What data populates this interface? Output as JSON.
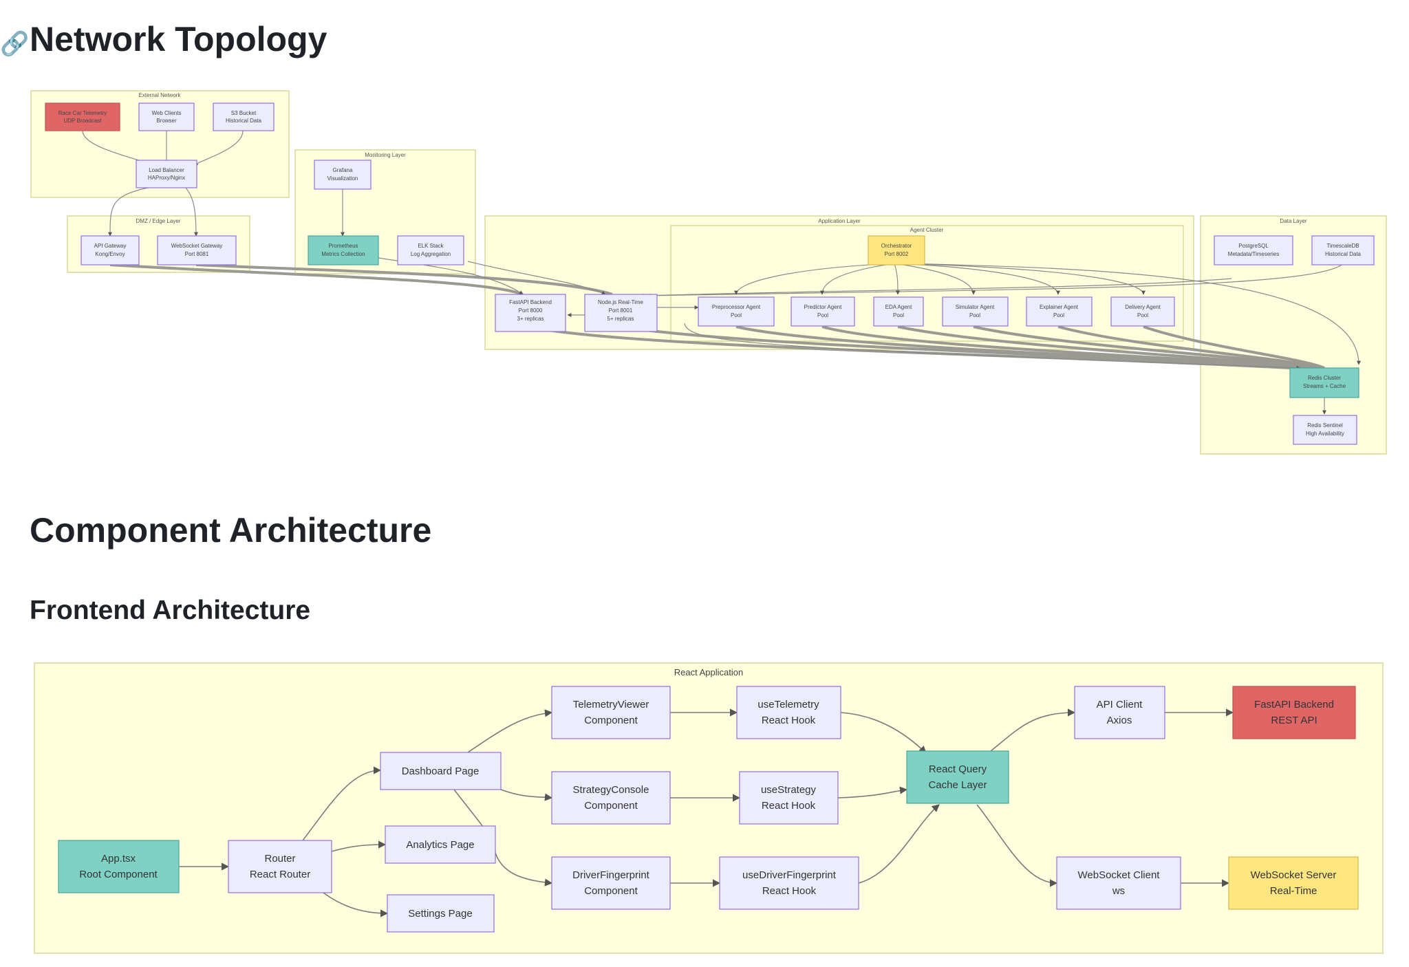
{
  "headings": {
    "anchor_icon": "link-icon",
    "network_topology": "Network Topology",
    "component_architecture": "Component Architecture",
    "frontend_architecture": "Frontend Architecture"
  },
  "colors": {
    "cluster_fill": "#ffffde",
    "node_fill": "#ececff",
    "node_red": "#e06666",
    "node_teal": "#7fd1c4",
    "node_yellow": "#ffe680"
  },
  "network": {
    "clusters": {
      "external": "External Network",
      "dmz": "DMZ / Edge Layer",
      "monitoring": "Monitoring Layer",
      "application": "Application Layer",
      "agent": "Agent Cluster",
      "data": "Data Layer"
    },
    "nodes": {
      "race_car": [
        "Race Car Telemetry",
        "UDP Broadcast"
      ],
      "web_clients": [
        "Web Clients",
        "Browser"
      ],
      "s3": [
        "S3 Bucket",
        "Historical Data"
      ],
      "lb": [
        "Load Balancer",
        "HAProxy/Nginx"
      ],
      "api_gw": [
        "API Gateway",
        "Kong/Envoy"
      ],
      "ws_gw": [
        "WebSocket Gateway",
        "Port 8081"
      ],
      "grafana": [
        "Grafana",
        "Visualization"
      ],
      "prometheus": [
        "Prometheus",
        "Metrics Collection"
      ],
      "elk": [
        "ELK Stack",
        "Log Aggregation"
      ],
      "fastapi": [
        "FastAPI Backend",
        "Port 8000",
        "3+ replicas"
      ],
      "nodejs": [
        "Node.js Real-Time",
        "Port 8001",
        "5+ replicas"
      ],
      "orchestrator": [
        "Orchestrator",
        "Port 8002"
      ],
      "preprocessor": [
        "Preprocessor Agent",
        "Pool"
      ],
      "predictor": [
        "Predictor Agent",
        "Pool"
      ],
      "eda": [
        "EDA Agent",
        "Pool"
      ],
      "simulator": [
        "Simulator Agent",
        "Pool"
      ],
      "explainer": [
        "Explainer Agent",
        "Pool"
      ],
      "delivery": [
        "Delivery Agent",
        "Pool"
      ],
      "postgres": [
        "PostgreSQL",
        "Metadata/Timeseries"
      ],
      "timescale": [
        "TimescaleDB",
        "Historical Data"
      ],
      "redis": [
        "Redis Cluster",
        "Streams + Cache"
      ],
      "redis_sentinel": [
        "Redis Sentinel",
        "High Availability"
      ]
    }
  },
  "frontend": {
    "cluster": "React Application",
    "nodes": {
      "app": [
        "App.tsx",
        "Root Component"
      ],
      "router": [
        "Router",
        "React Router"
      ],
      "dashboard": [
        "Dashboard Page"
      ],
      "analytics": [
        "Analytics Page"
      ],
      "settings": [
        "Settings Page"
      ],
      "telemetry": [
        "TelemetryViewer",
        "Component"
      ],
      "strategy": [
        "StrategyConsole",
        "Component"
      ],
      "driver": [
        "DriverFingerprint",
        "Component"
      ],
      "use_telemetry": [
        "useTelemetry",
        "React Hook"
      ],
      "use_strategy": [
        "useStrategy",
        "React Hook"
      ],
      "use_driver": [
        "useDriverFingerprint",
        "React Hook"
      ],
      "react_query": [
        "React Query",
        "Cache Layer"
      ],
      "api_client": [
        "API Client",
        "Axios"
      ],
      "ws_client": [
        "WebSocket Client",
        "ws"
      ],
      "fastapi": [
        "FastAPI Backend",
        "REST API"
      ],
      "ws_server": [
        "WebSocket Server",
        "Real-Time"
      ]
    }
  }
}
